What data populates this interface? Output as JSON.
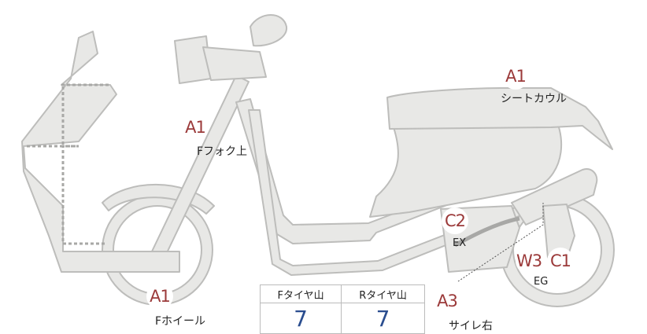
{
  "colors": {
    "body_fill": "#e8e8e6",
    "body_stroke": "#bdbdbb",
    "badge_text": "#9b3a3a",
    "value_text": "#2a4d8f"
  },
  "badges": {
    "front_fork": "A1",
    "front_wheel": "A1",
    "seat_cowl": "A1",
    "exhaust": "C2",
    "engine_w": "W3",
    "engine_c": "C1",
    "muffler_right": "A3"
  },
  "labels": {
    "front_fork": "Fフォク上",
    "front_wheel": "Fホイール",
    "seat_cowl": "シートカウル",
    "exhaust": "EX",
    "engine": "EG",
    "muffler_right": "サイレ右"
  },
  "tread_table": {
    "front_header": "Fタイヤ山",
    "rear_header": "Rタイヤ山",
    "front_value": "7",
    "rear_value": "7"
  }
}
